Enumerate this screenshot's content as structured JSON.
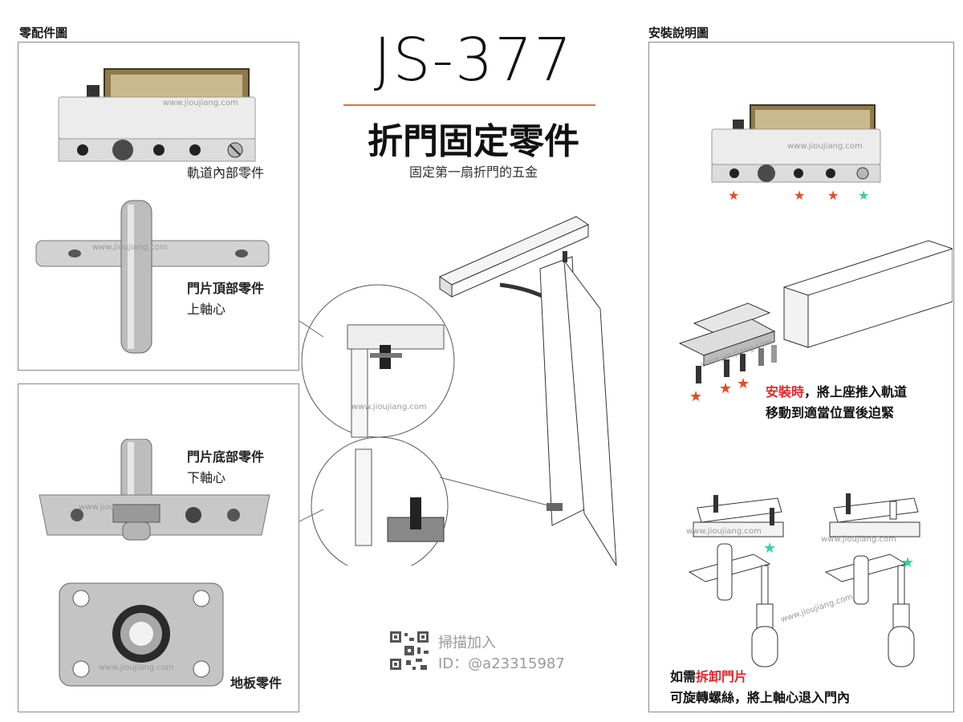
{
  "header": {
    "parts_label": "零配件圖",
    "install_label": "安裝說明圖",
    "title": "JS-377",
    "subtitle": "折門固定零件",
    "tagline": "固定第一扇折門的五金"
  },
  "watermark": "www.jioujiang.com",
  "parts": {
    "track_inner": "軌道內部零件",
    "top_part": "門片頂部零件",
    "top_pivot": "上軸心",
    "bottom_part": "門片底部零件",
    "bottom_pivot": "下軸心",
    "floor_part": "地板零件"
  },
  "install": {
    "step1_prefix": "安裝時",
    "step1_rest": "，將上座推入軌道",
    "step1_line2": "移動到適當位置後迫緊",
    "step2_prefix": "如需",
    "step2_highlight": "拆卸門片",
    "step2_line2": "可旋轉螺絲，將上軸心退入門內"
  },
  "qr": {
    "scan_label": "掃描加入",
    "id_label": "ID：@a23315987"
  },
  "colors": {
    "accent_red": "#e8252b",
    "star_orange": "#ec4a1e",
    "star_teal": "#2dd3a8",
    "rule_orange": "#e0704a",
    "panel_border": "#8a8a8a"
  }
}
